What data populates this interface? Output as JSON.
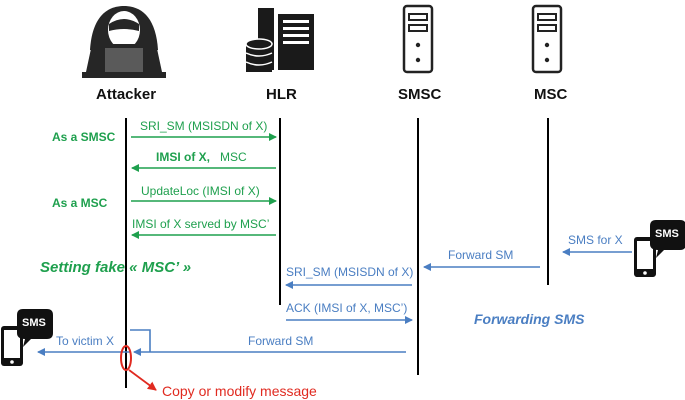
{
  "actors": {
    "attacker": "Attacker",
    "hlr": "HLR",
    "smsc": "SMSC",
    "msc": "MSC"
  },
  "messages": {
    "m1": "SRI_SM (MSISDN of X)",
    "m2_bold": "IMSI of X,",
    "m2_rest": "MSC",
    "m3": "UpdateLoc (IMSI of X)",
    "m4": "IMSI of X served by MSC’",
    "m5": "SMS for X",
    "m6": "Forward SM",
    "m7": "SRI_SM (MSISDN of X)",
    "m8": "ACK (IMSI of X, MSC’)",
    "m9": "Forward SM",
    "m10": "To victim X"
  },
  "phases": {
    "as_smsc": "As a SMSC",
    "as_msc": "As a MSC",
    "setting_fake": "Setting fake « MSC’ »",
    "forwarding": "Forwarding SMS"
  },
  "annotation": "Copy or modify message",
  "phone_badge": "SMS",
  "icons": [
    "hacker-icon",
    "hlr-server-icon",
    "smsc-server-icon",
    "msc-server-icon",
    "sms-phone-icon"
  ],
  "colors": {
    "green": "#1fa04e",
    "blue": "#4a7ec2",
    "red": "#e02a20",
    "black": "#111111"
  }
}
